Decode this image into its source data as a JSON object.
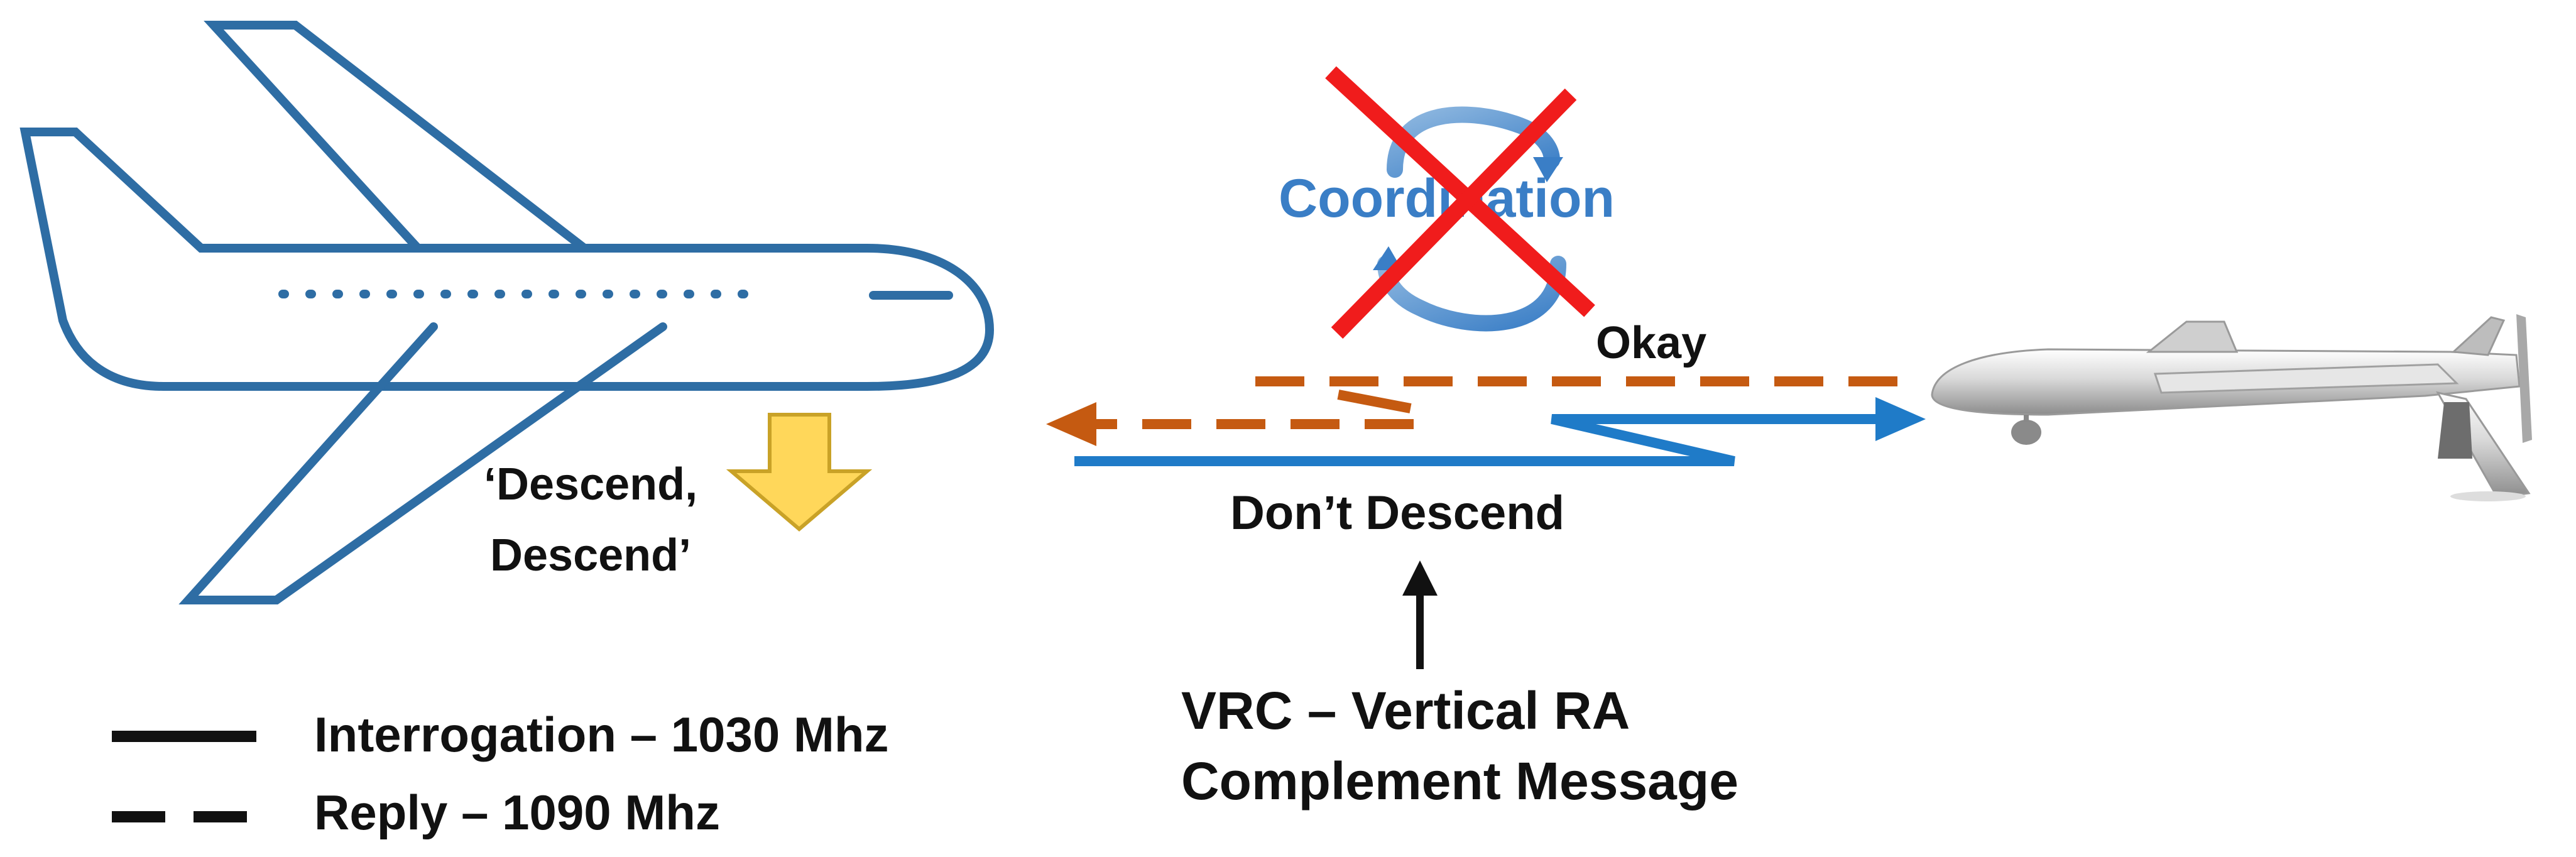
{
  "labels": {
    "coordination": "Coordination",
    "okay": "Okay",
    "descend_line1": "‘Descend,",
    "descend_line2": "Descend’",
    "dont_descend": "Don’t Descend",
    "vrc_line1": "VRC – Vertical RA",
    "vrc_line2": "Complement Message"
  },
  "legend": [
    {
      "style": "solid",
      "label": "Interrogation – 1030 Mhz"
    },
    {
      "style": "dashed",
      "label": "Reply – 1090 Mhz"
    }
  ],
  "colors": {
    "plane_outline": "#2E6DA4",
    "interrogation_blue": "#1F7BC8",
    "reply_orange": "#C55A11",
    "coordination_blue": "#3A7EC6",
    "cross_red": "#F01C1C",
    "descend_arrow_fill": "#FFD75A",
    "descend_arrow_stroke": "#C9A227",
    "text_black": "#111111"
  },
  "icons": {
    "aircraft": "airliner-outline-icon",
    "drone": "uav-drone-icon",
    "coordination": "circular-arrows-icon",
    "cross": "red-x-icon",
    "descend": "down-arrow-icon"
  }
}
